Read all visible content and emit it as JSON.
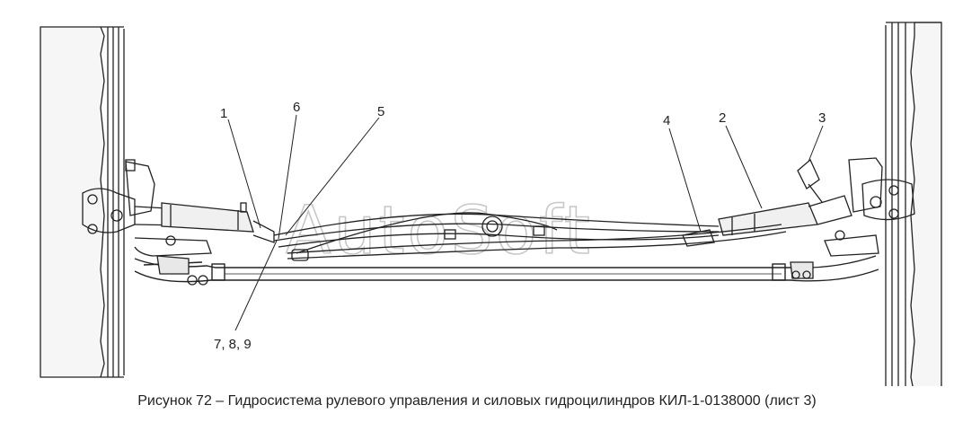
{
  "watermark": "AutoSoft",
  "callouts": [
    "1",
    "2",
    "3",
    "4",
    "5",
    "6",
    "7, 8, 9"
  ],
  "caption": {
    "text": "Рисунок 72 – Гидросистема рулевого управления и силовых гидроцилиндров КИЛ-1-0138000 (лист 3)"
  }
}
